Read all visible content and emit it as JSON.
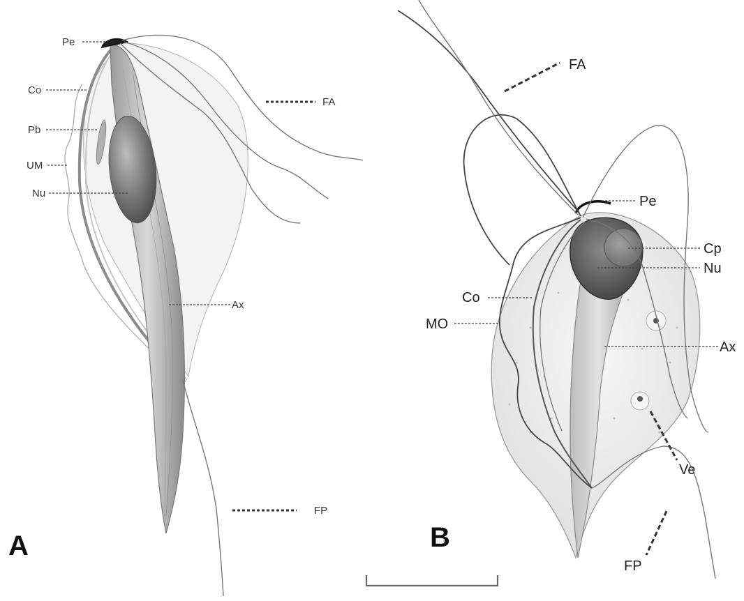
{
  "panel_a": {
    "letter": "A",
    "labels": {
      "pe": "Pe",
      "co": "Co",
      "pb": "Pb",
      "um": "UM",
      "nu": "Nu",
      "ax": "Ax",
      "fa": "FA",
      "fp": "FP"
    }
  },
  "panel_b": {
    "letter": "B",
    "labels": {
      "fa": "FA",
      "pe": "Pe",
      "cp": "Cp",
      "nu": "Nu",
      "co": "Co",
      "mo": "MO",
      "ax": "Ax",
      "ve": "Ve",
      "fp": "FP"
    }
  },
  "colors": {
    "body_fill": "#efefef",
    "nucleus": "#6e6e6e",
    "axostyle": "#b5b5b5",
    "line": "#444444"
  }
}
